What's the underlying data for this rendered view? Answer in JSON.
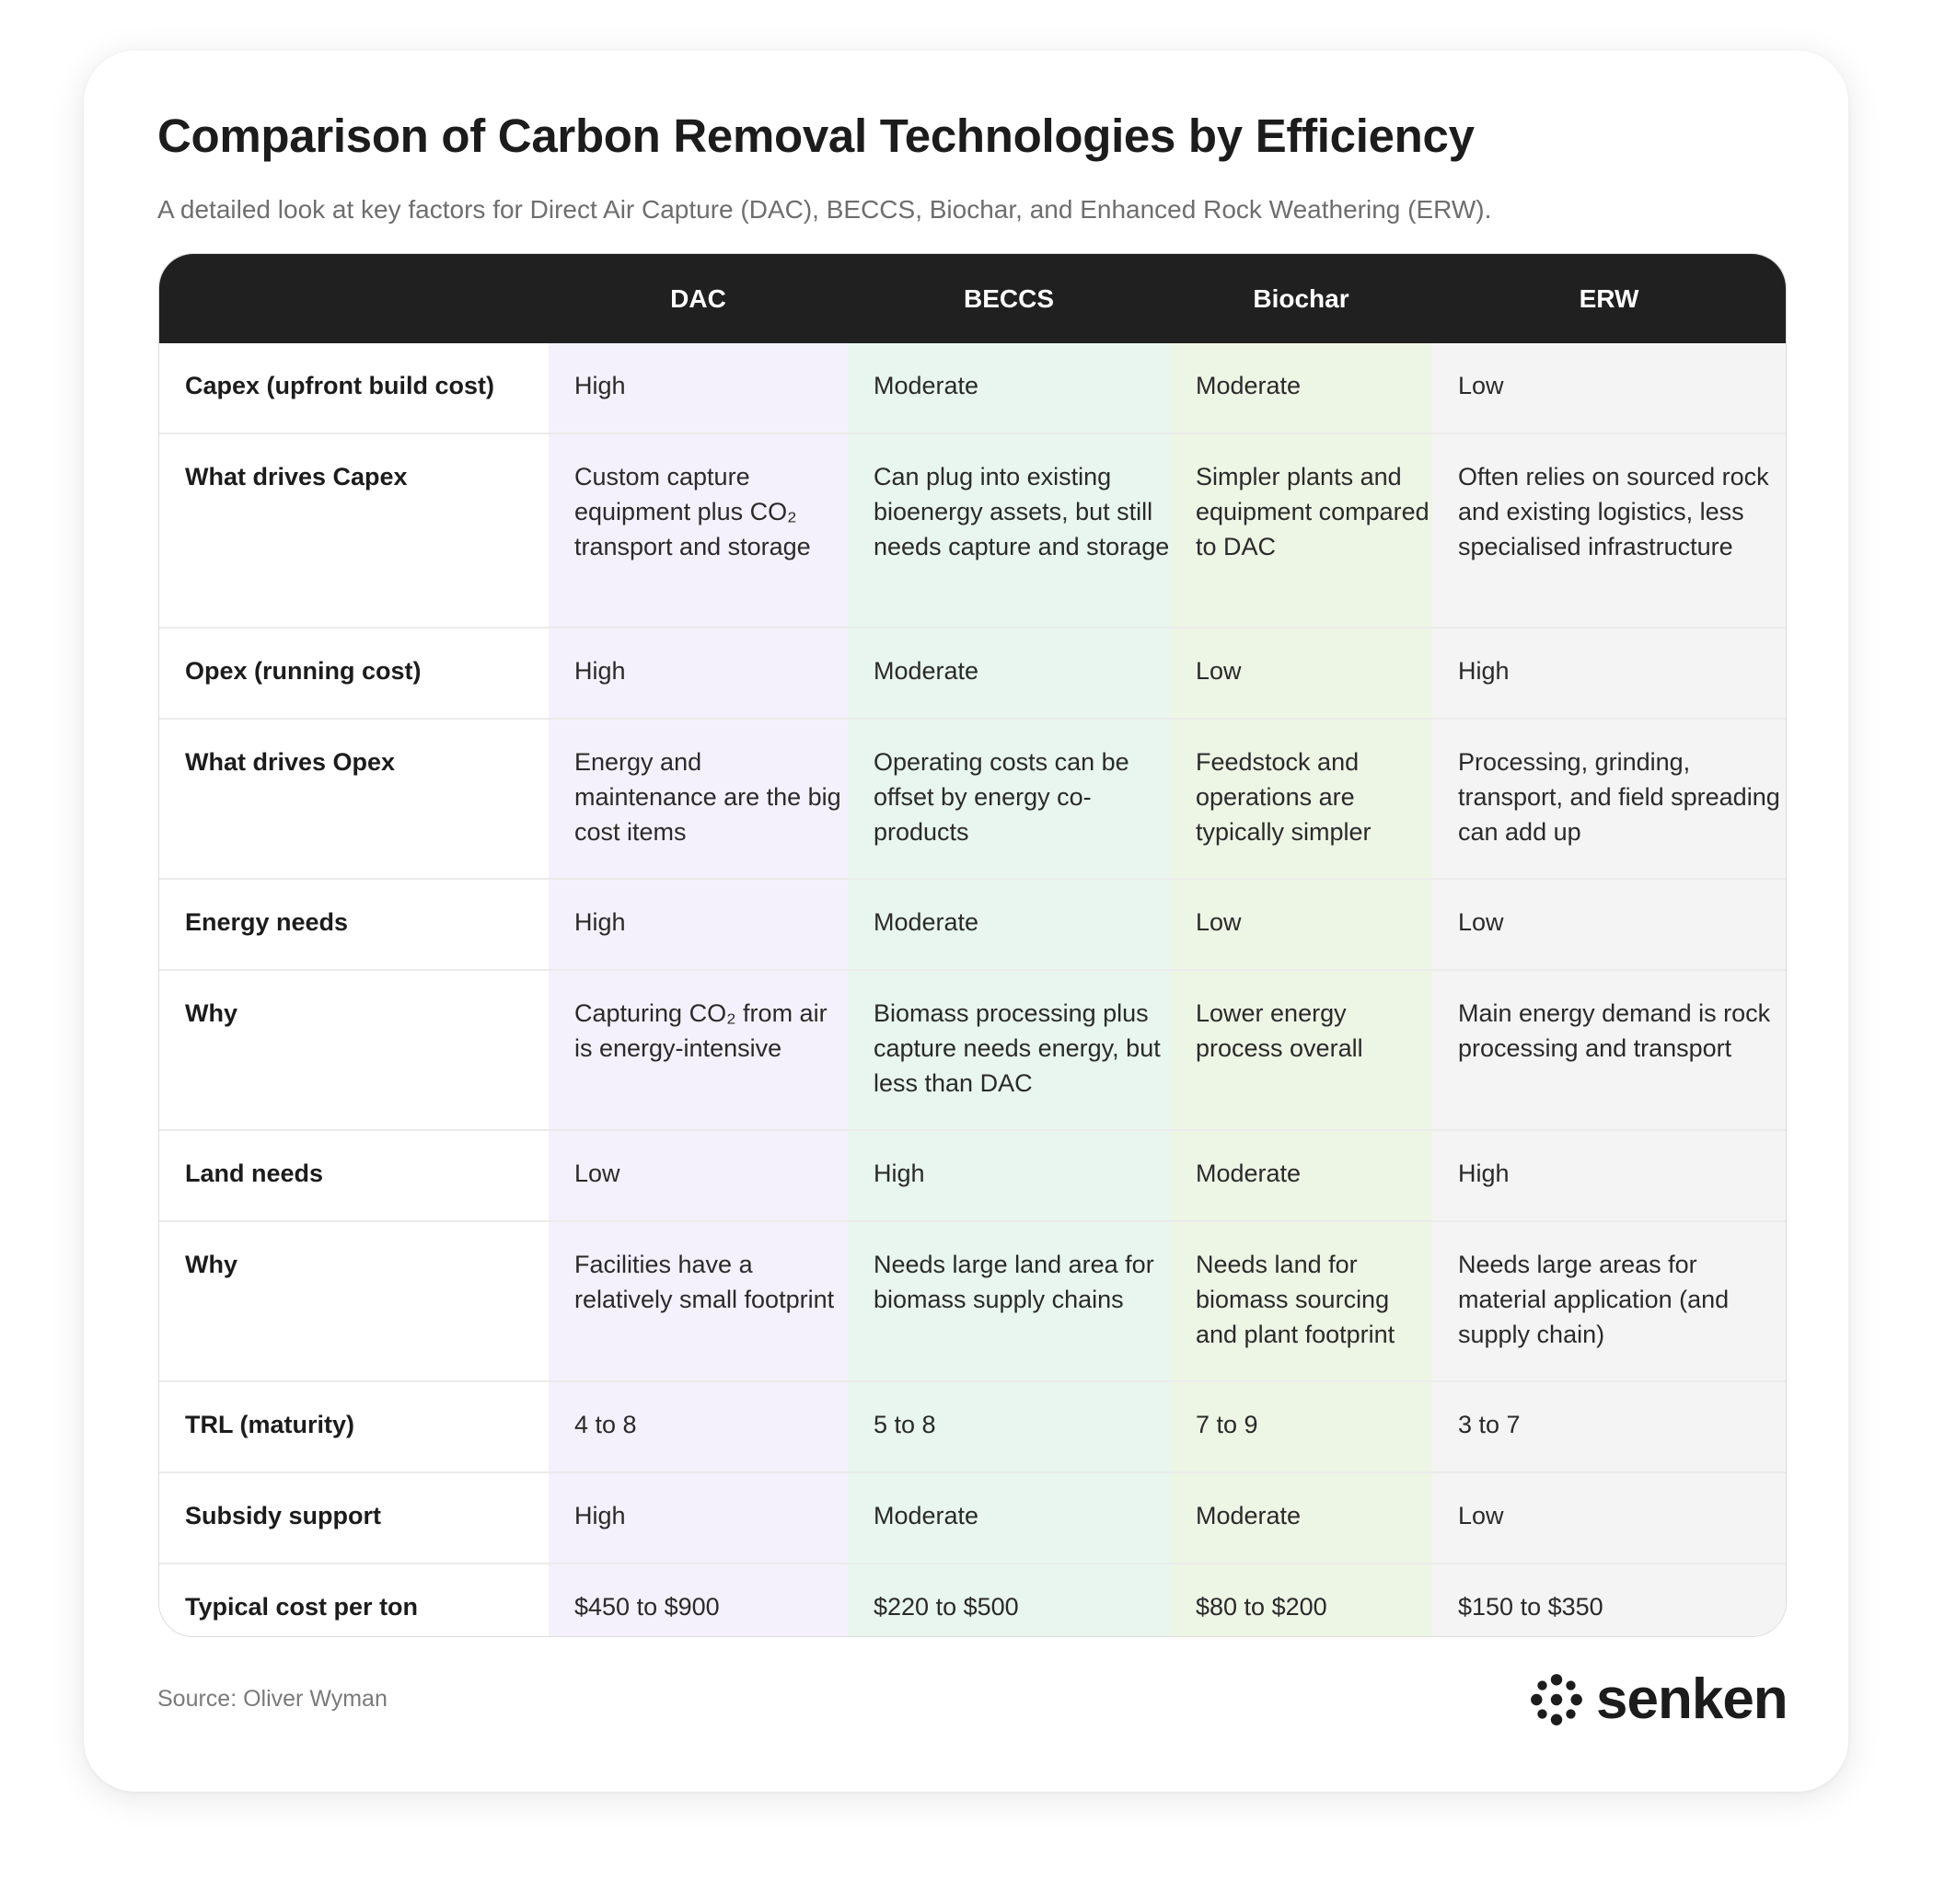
{
  "title": "Comparison of Carbon Removal Technologies by Efficiency",
  "subtitle": "A detailed look at key factors for Direct Air Capture (DAC), BECCS, Biochar, and Enhanced Rock Weathering (ERW).",
  "table": {
    "columns": [
      "",
      "DAC",
      "BECCS",
      "Biochar",
      "ERW"
    ],
    "rows": [
      {
        "label": "Capex (upfront build cost)",
        "cells": [
          "High",
          "Moderate",
          "Moderate",
          "Low"
        ]
      },
      {
        "label": "What drives Capex",
        "cells": [
          "Custom capture equipment plus CO₂ transport and storage",
          "Can plug into existing bioenergy assets, but still needs capture and storage",
          "Simpler plants and equipment compared to DAC",
          "Often relies on sourced rock and existing logistics, less specialised infrastructure"
        ]
      },
      {
        "label": "Opex (running cost)",
        "cells": [
          "High",
          "Moderate",
          "Low",
          "High"
        ]
      },
      {
        "label": "What drives Opex",
        "cells": [
          "Energy and maintenance are the big cost items",
          "Operating costs can be offset by energy co-products",
          "Feedstock and operations are typically simpler",
          "Processing, grinding, transport, and field spreading can add up"
        ]
      },
      {
        "label": "Energy needs",
        "cells": [
          "High",
          "Moderate",
          "Low",
          "Low"
        ]
      },
      {
        "label": "Why",
        "cells": [
          "Capturing CO₂ from air is energy-intensive",
          "Biomass processing plus capture needs energy, but less than DAC",
          "Lower energy process overall",
          "Main energy demand is rock processing and transport"
        ]
      },
      {
        "label": "Land needs",
        "cells": [
          "Low",
          "High",
          "Moderate",
          "High"
        ]
      },
      {
        "label": "Why",
        "cells": [
          "Facilities have a relatively small footprint",
          "Needs large land area for biomass supply chains",
          "Needs land for biomass sourcing and plant footprint",
          "Needs large areas for material application (and supply chain)"
        ]
      },
      {
        "label": "TRL (maturity)",
        "cells": [
          "4 to 8",
          "5 to 8",
          "7 to 9",
          "3 to 7"
        ]
      },
      {
        "label": "Subsidy support",
        "cells": [
          "High",
          "Moderate",
          "Moderate",
          "Low"
        ]
      },
      {
        "label": "Typical cost per ton",
        "cells": [
          "$450 to $900",
          "$220 to $500",
          "$80 to $200",
          "$150 to $350"
        ]
      }
    ]
  },
  "source": "Source: Oliver Wyman",
  "brand": {
    "name": "senken",
    "icon": "flower-dots-icon"
  },
  "colors": {
    "header_bg": "#202020",
    "dac_col": "#f4f1fc",
    "beccs_col": "#e8f6ef",
    "biochar_col": "#edf5e5",
    "erw_col": "#f4f4f4"
  }
}
